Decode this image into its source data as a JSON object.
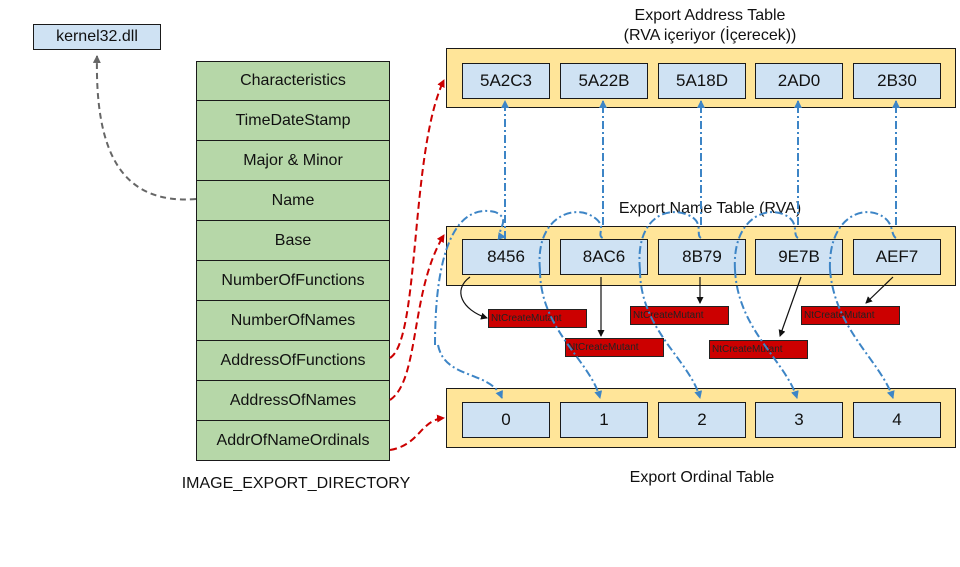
{
  "kernel_dll": {
    "label": "kernel32.dll"
  },
  "image_export_directory": {
    "caption": "IMAGE_EXPORT_DIRECTORY",
    "fields": [
      "Characteristics",
      "TimeDateStamp",
      "Major & Minor",
      "Name",
      "Base",
      "NumberOfFunctions",
      "NumberOfNames",
      "AddressOfFunctions",
      "AddressOfNames",
      "AddrOfNameOrdinals"
    ]
  },
  "export_address_table": {
    "title_line1": "Export Address Table",
    "title_line2": "(RVA içeriyor (İçerecek))",
    "entries": [
      "5A2C3",
      "5A22B",
      "5A18D",
      "2AD0",
      "2B30"
    ]
  },
  "export_name_table": {
    "title": "Export Name Table (RVA)",
    "entries": [
      "8456",
      "8AC6",
      "8B79",
      "9E7B",
      "AEF7"
    ]
  },
  "export_ordinal_table": {
    "title": "Export Ordinal Table",
    "entries": [
      "0",
      "1",
      "2",
      "3",
      "4"
    ]
  },
  "function_names": [
    "NtCreateMutant",
    "NtCreateMutant",
    "NtCreateMutant",
    "NtCreateMutant",
    "NtCreateMutant"
  ],
  "colors": {
    "directory_fill": "#b6d7a8",
    "cell_fill": "#cfe2f3",
    "container_fill": "#ffe599",
    "name_box_fill": "#cc0000",
    "red_arrow": "#cc0000",
    "blue_arrow": "#3d85c6",
    "gray_arrow": "#666666"
  }
}
